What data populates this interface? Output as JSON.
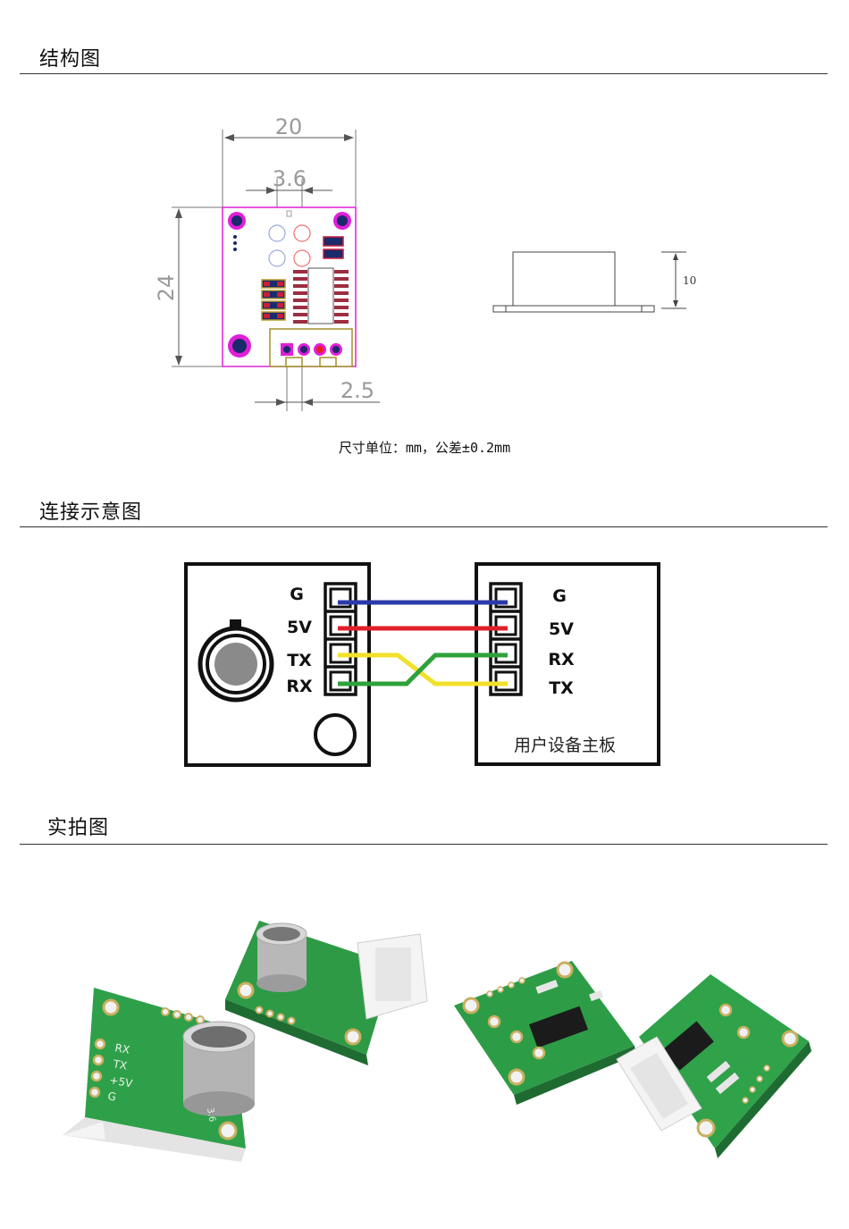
{
  "sections": {
    "structure": {
      "title": "结构图"
    },
    "connection": {
      "title": "连接示意图"
    },
    "photo": {
      "title": "实拍图"
    }
  },
  "dimensions": {
    "width": "20",
    "pin_pitch": "3.6",
    "height": "24",
    "connector_pitch": "2.5",
    "side_height": "10"
  },
  "caption": "尺寸单位：mm，公差±0.2mm",
  "wiring": {
    "sensor_pins": [
      "G",
      "5V",
      "TX",
      "RX"
    ],
    "board_pins": [
      "G",
      "5V",
      "RX",
      "TX"
    ],
    "board_label": "用户设备主板",
    "wire_colors": [
      "#2b3aa8",
      "#e0202a",
      "#f2e12a",
      "#2ea23a"
    ]
  },
  "photo_labels": {
    "pins": [
      "RX",
      "TX",
      "+5V",
      "G"
    ],
    "pitch": "3.6"
  }
}
